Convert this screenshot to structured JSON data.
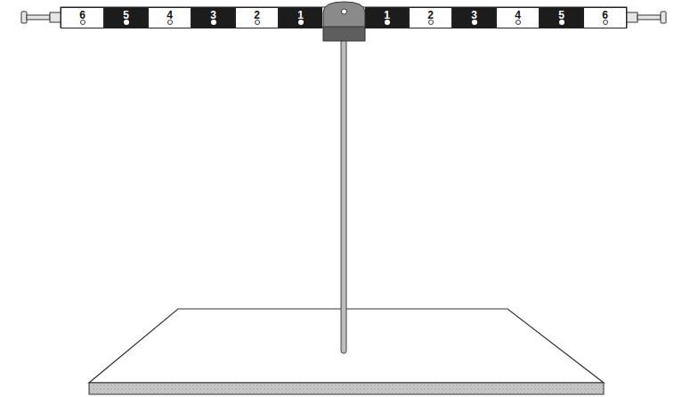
{
  "diagram": {
    "nodes": [
      {
        "text": [
          "6"
        ]
      },
      {
        "text": [
          "5"
        ]
      },
      {
        "text": [
          "4"
        ]
      },
      {
        "text": [
          "3"
        ]
      },
      {
        "text": [
          "2"
        ]
      },
      {
        "text": [
          "1"
        ]
      },
      {
        "text": [
          "1"
        ]
      },
      {
        "text": [
          "2"
        ]
      },
      {
        "text": [
          "3"
        ]
      },
      {
        "text": [
          "4"
        ]
      },
      {
        "text": [
          "5"
        ]
      },
      {
        "text": [
          "6"
        ]
      }
    ]
  }
}
